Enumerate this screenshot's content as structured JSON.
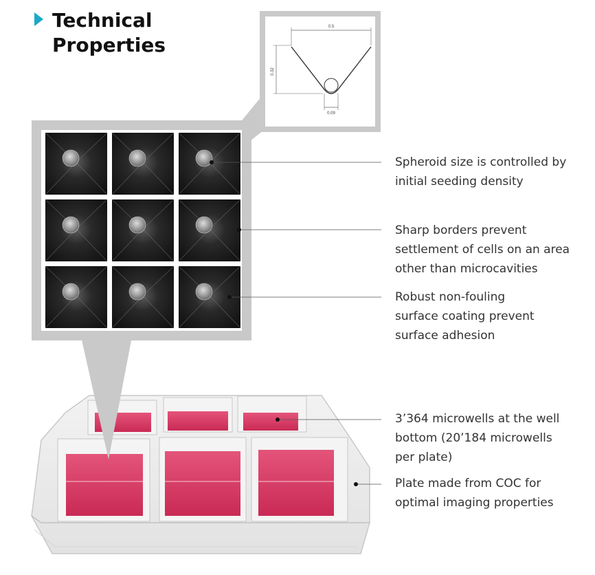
{
  "heading": {
    "lines": [
      "Technical",
      "Properties"
    ],
    "accent_color": "#1aa9c9",
    "icon": "triangle-right-icon"
  },
  "inset": {
    "dim_top": "0.5",
    "dim_side": "0.32",
    "dim_bottom": "0.09"
  },
  "grid": {
    "rows": 3,
    "cols": 3
  },
  "callouts": [
    {
      "lines": [
        "Spheroid size is controlled by",
        "initial seeding density"
      ]
    },
    {
      "lines": [
        "Sharp borders prevent",
        "settlement of cells on an area",
        "other than microcavities"
      ]
    },
    {
      "lines": [
        "Robust non-fouling",
        "surface coating prevent",
        "surface adhesion"
      ]
    },
    {
      "lines": [
        "3’364 microwells at the well",
        "bottom (20’184 microwells",
        "per plate)"
      ]
    },
    {
      "lines": [
        "Plate made from COC for",
        "optimal imaging properties"
      ]
    }
  ],
  "colors": {
    "media": "#d9345e",
    "frame": "#cccccc",
    "leader": "#555555"
  }
}
